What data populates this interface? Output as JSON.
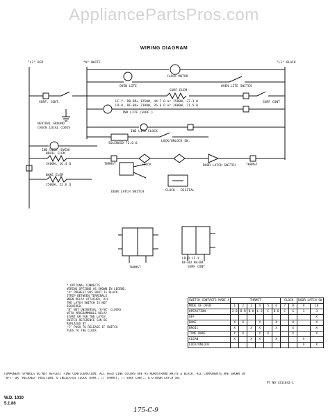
{
  "watermark": "AppliancePartsPros.com",
  "title": "WIRING DIAGRAM",
  "labels": {
    "l1_red": "\"L2\" RED",
    "n_white": "\"N\" WHITE",
    "l1_black": "\"L1\" BLACK",
    "clock_motor": "CLOCK MOTOR",
    "oven_lite": "OVEN LITE",
    "oven_lite_switch": "OVEN LITE SWITCH",
    "surf_elem": "SURF ELEM",
    "surf_cont_left": "SURF. CONT.",
    "surf_cont_right": "SURF CONT",
    "lf_spec": "LF-Y, RB-BR= 1250W, 44.7 Ω or 1500W, 37.3 Ω",
    "lr_spec": "LR-O, RF-BU= 2100W, 26.6 Ω or 2600W, 21.5 Ω",
    "ind_lite_surf": "IND LITE (SURF.)",
    "neutral_ground": "NEUTRAL GROUND",
    "check_local": "CHECK LOCAL CODES",
    "ind_lite_clock": "IND LITE CLOCK",
    "solenoid": "SOLENOID 72.0 Ω",
    "lock_unlock": "LOCK/UNLOCK SW.",
    "ind_lite_oven": "IND LITE (OVEN)",
    "broil_elem": "BROIL ELEM",
    "broil_spec": "3400W, 16.4 Ω",
    "bake_elem": "BAKE ELEM",
    "bake_spec": "2500W, 22.6 Ω",
    "thrmst": "THRMST",
    "clock": "CLOCK",
    "door_latch_switch": "DOOR LATCH SWITCH",
    "door_latch_sw2": "DOOR LATCH SWITCH",
    "clock_digital": "CLOCK - DIGITAL",
    "surf_cont_bottom": "SURF CONT",
    "thrmst_bottom": "THRMST",
    "lr_lf": "LR-O  LF-Y",
    "rf_rb": "RF-BU  RB-BR"
  },
  "notes": [
    "* OPTIONAL CONNECTS.",
    "WIRING OPTIONS AS SHOWN IN LEGEND.",
    "\"A\" PREHEAT BUS BOOT IS BLACK",
    "STRIP BETWEEN TERMINALS.",
    "WHEN RELAY ATTACHED, ALL",
    "THE LATCH SWITCH IS NOT",
    "REQUIRED.",
    "\"B\" NOT UNIVERSAL \"O-NC\" CLOCKS",
    "WITH PROGRAMMABLE DELAY",
    "START OR FOR THE LATCH",
    "SWITCH REFERENCE CAN BE",
    "REPLACED BY ...",
    "\"C\" PUSH TO RELEASE IF SWITCH",
    "PLUS TO THE CLOCK"
  ],
  "switch_table": {
    "header_left": "SWITCH CONTACTS MADE X",
    "header_thrmst": "THRMST",
    "header_clock": "CLOCK",
    "header_door": "DOOR LATCH SW",
    "mode_row": [
      "MODE OF OVEN",
      "1",
      "2",
      "3",
      "4",
      "5",
      "6",
      "7",
      "8",
      "9",
      "10"
    ],
    "operation_row": [
      "OPERATION",
      "2-B",
      "B-R",
      "B-W",
      "L-3",
      "C",
      "B-B",
      "C",
      "G",
      "1",
      "3"
    ],
    "rows": [
      {
        "name": "OFF",
        "cells": [
          "",
          "",
          "",
          "",
          "",
          "",
          "",
          "",
          "",
          "X"
        ]
      },
      {
        "name": "BAKE",
        "cells": [
          "X",
          "X",
          "",
          "X",
          "",
          "X",
          "",
          "X",
          "",
          "X"
        ]
      },
      {
        "name": "BROIL",
        "cells": [
          "X",
          "",
          "X",
          "X",
          "",
          "X",
          "",
          "X",
          "",
          "X"
        ]
      },
      {
        "name": "TIME BAKE",
        "cells": [
          "X",
          "X",
          "",
          "X",
          "X",
          "",
          "",
          "X",
          "",
          "X"
        ]
      },
      {
        "name": "CLEAN",
        "cells": [
          "X",
          "",
          "X",
          "X",
          "",
          "X",
          "",
          "",
          "X",
          ""
        ]
      },
      {
        "name": "LOCK/UNLOCK",
        "cells": [
          "",
          "",
          "",
          "",
          "",
          "",
          "",
          "",
          "X",
          "X"
        ]
      }
    ]
  },
  "footer": {
    "line1": "COMPONENT SYMBOLS DO NOT REFLECT FINE CONFIGURATION.  ALL FEED LINE COLORS ARE AS NORDSTRAND WHITE & BLACK.  ALL COMPONENTS ARE SHOWN IN",
    "line2": "\"OFF\" OR \"RELAXED\" POSITION.  O INDICATES CLOCK TERM.,  [] THRMST,  [] SURF CONT.,  & O DOOR LATCH SW.",
    "part_no": "PT NO 3311042-1"
  },
  "wd": "W.D. 1030",
  "date": "5.1.86",
  "handwritten": "175-C-9"
}
